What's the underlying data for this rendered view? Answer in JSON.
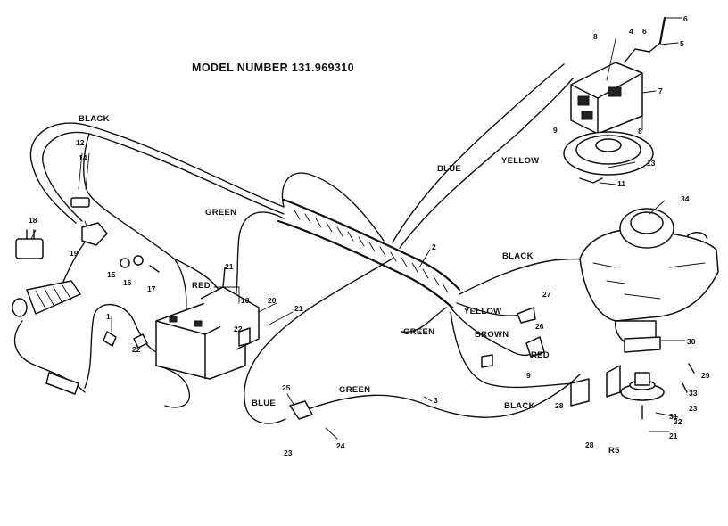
{
  "title": "MODEL NUMBER 131.969310",
  "wire_labels": {
    "black_top": "BLACK",
    "green_left": "GREEN",
    "red": "RED",
    "blue_top": "BLUE",
    "yellow_top": "YELLOW",
    "black_right": "BLACK",
    "yellow_mid": "YELLOW",
    "green_mid": "GREEN",
    "brown": "BROWN",
    "red_right": "RED",
    "black_bottom": "BLACK",
    "blue_bottom": "BLUE",
    "green_bottom": "GREEN"
  },
  "callouts": {
    "c1": "1",
    "c2": "2",
    "c3": "3",
    "c4": "4",
    "c5": "5",
    "c6": "6",
    "c6b": "6",
    "c7": "7",
    "c8": "8",
    "c8b": "8",
    "c9": "9",
    "c9b": "9",
    "c10": "10",
    "c11": "11",
    "c12": "12",
    "c13": "13",
    "c14": "14",
    "c15": "15",
    "c16": "16",
    "c17": "17",
    "c18": "18",
    "c19": "19",
    "c20": "20",
    "c21": "21",
    "c21b": "21",
    "c21c": "21",
    "c22": "22",
    "c22b": "22",
    "c23": "23",
    "c23b": "23",
    "c24": "24",
    "c25": "25",
    "c26": "26",
    "c27": "27",
    "c28": "28",
    "c28b": "28",
    "c29": "29",
    "c30": "30",
    "c31": "31",
    "c32": "32",
    "c33": "33",
    "c34": "34"
  },
  "footer_code": "R5"
}
